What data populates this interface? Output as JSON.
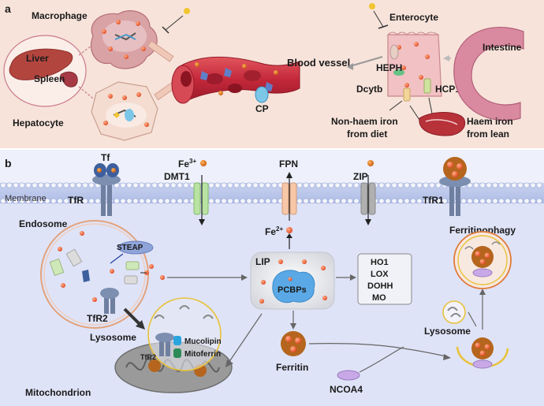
{
  "panel_a": {
    "letter": "a",
    "labels": {
      "macrophage": "Macrophage",
      "liver": "Liver",
      "spleen": "Spleen",
      "hepatocyte": "Hepatocyte",
      "blood_vessel": "Blood vessel",
      "cp": "CP",
      "enterocyte": "Enterocyte",
      "heph": "HEPH",
      "dcytb": "Dcytb",
      "hcp1": "HCP1",
      "intestine": "Intestine",
      "non_haem_1": "Non-haem iron",
      "non_haem_2": "from diet",
      "haem_1": "Haem iron",
      "haem_2": "from lean"
    }
  },
  "panel_b": {
    "letter": "b",
    "labels": {
      "tf": "Tf",
      "tfr": "TfR",
      "fe3_base": "Fe",
      "fe3_sup": "3+",
      "dmt1": "DMT1",
      "fpn": "FPN",
      "zip": "ZIP",
      "tfr1": "TfR1",
      "membrane": "Membrane",
      "endosome": "Endosome",
      "steap": "STEAP",
      "tfr2": "TfR2",
      "tfr2_small": "TfR2",
      "lysosome_left": "Lysosome",
      "mucolipin": "Mucolipin",
      "mitoferrin": "Mitoferrin",
      "mitochondrion": "Mitochondrion",
      "fe2_base": "Fe",
      "fe2_sup": "2+",
      "lip": "LIP",
      "pcbps": "PCBPs",
      "ferritin": "Ferritin",
      "ncoa4": "NCOA4",
      "ferritinophagy": "Ferritinophagy",
      "lysosome_right": "Lysosome",
      "enzymes": [
        "HO1",
        "LOX",
        "DOHH",
        "MO"
      ]
    }
  },
  "colors": {
    "panel_a_bg": "#f7e3da",
    "panel_b_bg": "#eef0fb",
    "cytoplasm": "#dfe3f7",
    "vessel": "#c0303a",
    "iron": "#e8562a",
    "ferritin": "#b5651d",
    "mito": "#9a9a9a"
  }
}
